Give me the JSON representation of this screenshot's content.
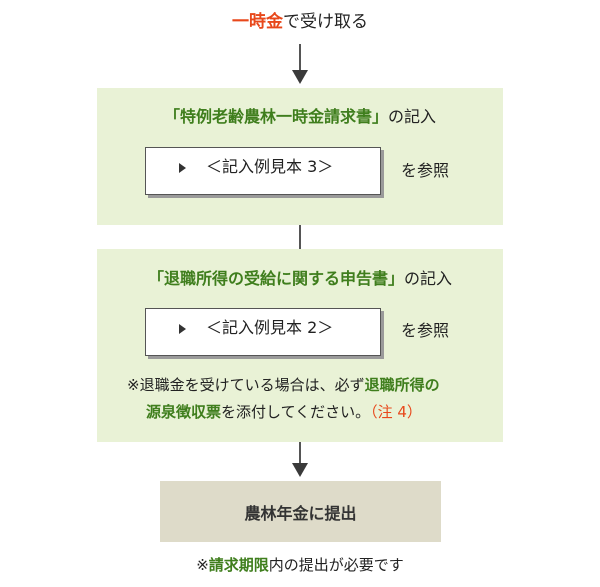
{
  "header": {
    "title_accent": "一時金",
    "title_rest": "で受け取る"
  },
  "step1": {
    "title_form": "「特例老齢農林一時金請求書」",
    "title_suffix": "の記入",
    "example_label": "＜記入例見本 3＞",
    "refer_text": "を参照"
  },
  "step2": {
    "title_form": "「退職所得の受給に関する申告書」",
    "title_suffix": "の記入",
    "example_label": "＜記入例見本 2＞",
    "refer_text": "を参照",
    "note_line1_prefix": "※退職金を受けている場合は、必ず",
    "note_line1_highlight": "退職所得の",
    "note_line2_highlight": "源泉徴収票",
    "note_line2_rest": "を添付してください。",
    "note_ref": "（注 4）"
  },
  "final": {
    "label": "農林年金に提出"
  },
  "footer": {
    "prefix": "※",
    "highlight": "請求期限",
    "rest": "内の提出が必要です"
  },
  "colors": {
    "accent_orange": "#e8481b",
    "accent_green": "#3f7e1d",
    "panel_green": "#e9f2d6",
    "final_box": "#dedbc9"
  }
}
